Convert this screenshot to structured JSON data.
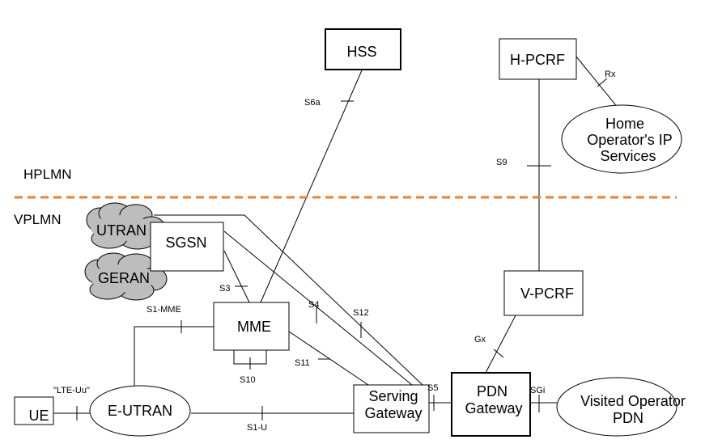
{
  "regions": {
    "hplmn": "HPLMN",
    "vplmn": "VPLMN",
    "divider_color": "#f07f2a"
  },
  "nodes": {
    "hss": "HSS",
    "hpcrf": "H-PCRF",
    "home_ip_services": [
      "Home",
      "Operator's IP",
      "Services"
    ],
    "utran": "UTRAN",
    "geran": "GERAN",
    "sgsn": "SGSN",
    "mme": "MME",
    "vpcrf": "V-PCRF",
    "ue": "UE",
    "eutran": "E-UTRAN",
    "serving_gateway": [
      "Serving",
      "Gateway"
    ],
    "pdn_gateway": [
      "PDN",
      "Gateway"
    ],
    "visited_pdn": [
      "Visited Operator",
      "PDN"
    ]
  },
  "interfaces": {
    "s6a": "S6a",
    "rx": "Rx",
    "s9": "S9",
    "s3": "S3",
    "s4": "S4",
    "s12": "S12",
    "s1_mme": "S1-MME",
    "s10": "S10",
    "s11": "S11",
    "gx": "Gx",
    "s5": "S5",
    "sgi": "SGi",
    "lte_uu": "\"LTE-Uu\"",
    "s1_u": "S1-U"
  }
}
